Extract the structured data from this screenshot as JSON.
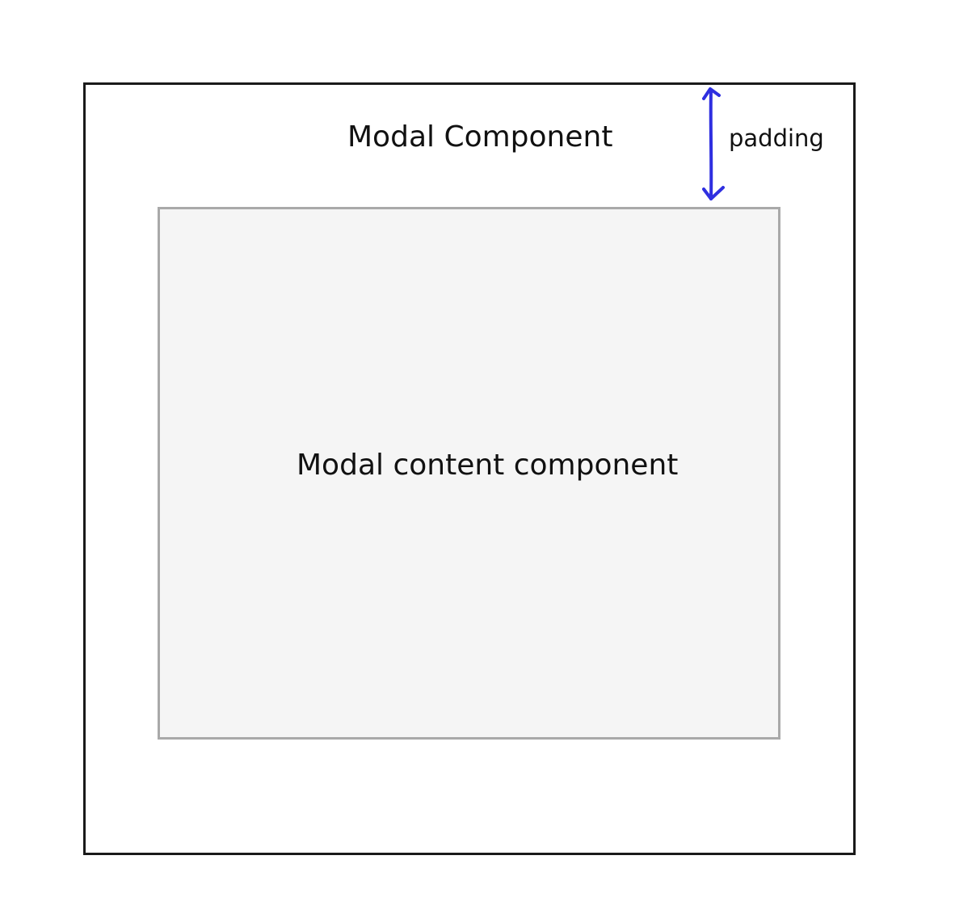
{
  "diagram": {
    "modal_label": "Modal Component",
    "content_label": "Modal content component",
    "padding_label": "padding",
    "colors": {
      "modal_border": "#1a1a1a",
      "content_border": "#a9a9a9",
      "content_fill": "#f5f5f5",
      "arrow": "#2f2fe0"
    },
    "icons": {
      "padding_arrow": "double-headed-vertical-arrow-icon"
    }
  }
}
